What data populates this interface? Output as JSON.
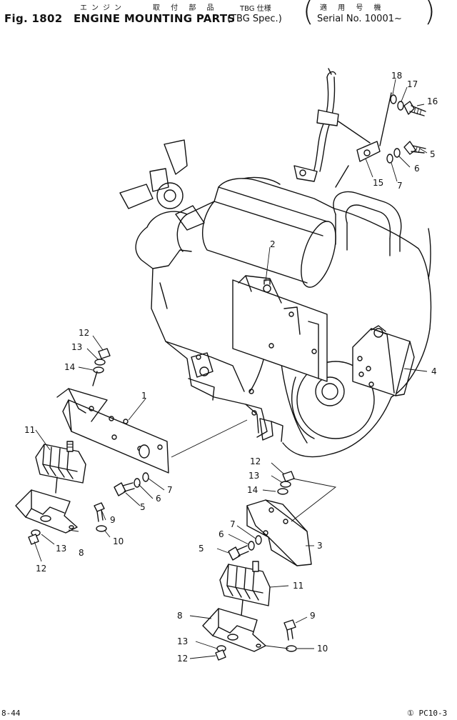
{
  "header": {
    "jp_engine": "エンジン",
    "jp_mount": "取 付 部 品",
    "tbg_spec_jp": "TBG 仕様",
    "serial_jp": "適 用 号 機",
    "fig_label": "Fig. 1802",
    "title": "ENGINE MOUNTING PARTS",
    "spec": "(TBG Spec.)",
    "serial": "Serial No. 10001~"
  },
  "footer": {
    "page": "8-44",
    "code": "① PC10-3"
  },
  "callouts": {
    "c18": "18",
    "c17": "17",
    "c16": "16",
    "c5a": "5",
    "c6a": "6",
    "c15": "15",
    "c7a": "7",
    "c2": "2",
    "c4": "4",
    "c12a": "12",
    "c13a": "13",
    "c14a": "14",
    "c1": "1",
    "c11a": "11",
    "c7b": "7",
    "c6b": "6",
    "c5b": "5",
    "c9a": "9",
    "c10a": "10",
    "c8a": "8",
    "c13b": "13",
    "c12b": "12",
    "c12c": "12",
    "c13c": "13",
    "c14c": "14",
    "c7c": "7",
    "c6c": "6",
    "c5c": "5",
    "c3": "3",
    "c11b": "11",
    "c8b": "8",
    "c9b": "9",
    "c13d": "13",
    "c10b": "10",
    "c12d": "12"
  }
}
